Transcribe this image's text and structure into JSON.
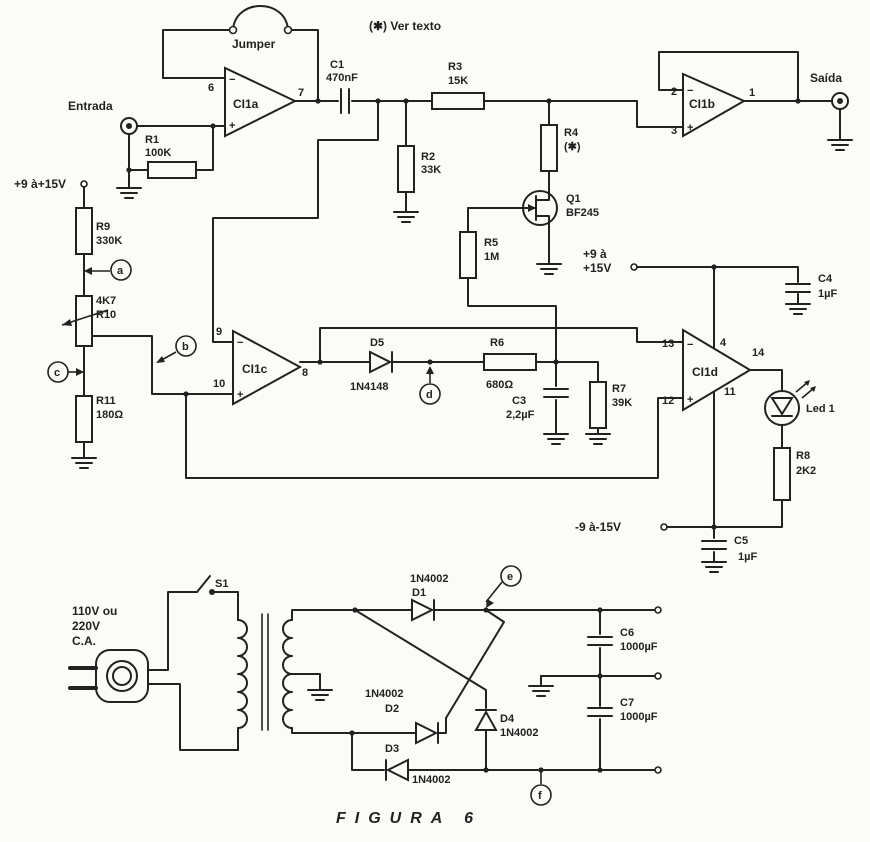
{
  "note": "(✱) Ver texto",
  "caption": "FIGURA 6",
  "labels": {
    "jumper": "Jumper",
    "entrada": "Entrada",
    "saida": "Saída",
    "supply_pos_top": "+9 à+15V",
    "supply_pos_a": "+9 à",
    "supply_pos_b": "+15V",
    "supply_neg": "-9 à-15V",
    "mains_a": "110V ou",
    "mains_b": "220V",
    "mains_c": "C.A."
  },
  "opamps": {
    "a": "CI1a",
    "b": "CI1b",
    "c": "CI1c",
    "d": "CI1d"
  },
  "pins": [
    "6",
    "7",
    "2",
    "1",
    "3",
    "9",
    "10",
    "8",
    "13",
    "12",
    "14",
    "4",
    "11"
  ],
  "pin_signs": {
    "minus": "−",
    "plus": "+"
  },
  "components": {
    "c1": {
      "name": "C1",
      "value": "470nF"
    },
    "r1": {
      "name": "R1",
      "value": "100K"
    },
    "r2": {
      "name": "R2",
      "value": "33K"
    },
    "r3": {
      "name": "R3",
      "value": "15K"
    },
    "r4": {
      "name": "R4",
      "value": "(✱)"
    },
    "q1": {
      "name": "Q1",
      "value": "BF245"
    },
    "r5": {
      "name": "R5",
      "value": "1M"
    },
    "r9": {
      "name": "R9",
      "value": "330K"
    },
    "r10": {
      "name": "R10",
      "value": "4K7"
    },
    "r11": {
      "name": "R11",
      "value": "180Ω"
    },
    "d5": {
      "name": "D5",
      "value": "1N4148"
    },
    "r6": {
      "name": "R6",
      "value": "680Ω"
    },
    "c3": {
      "name": "C3",
      "value": "2,2µF"
    },
    "r7": {
      "name": "R7",
      "value": "39K"
    },
    "c4": {
      "name": "C4",
      "value": "1µF"
    },
    "c5": {
      "name": "C5",
      "value": "1µF"
    },
    "led": {
      "name": "Led 1"
    },
    "r8": {
      "name": "R8",
      "value": "2K2"
    },
    "s1": {
      "name": "S1"
    },
    "d1": {
      "name": "D1",
      "value": "1N4002"
    },
    "d2": {
      "name": "D2",
      "value": "1N4002"
    },
    "d3": {
      "name": "D3",
      "value": "1N4002"
    },
    "d4": {
      "name": "D4",
      "value": "1N4002"
    },
    "c6": {
      "name": "C6",
      "value": "1000µF"
    },
    "c7": {
      "name": "C7",
      "value": "1000µF"
    }
  },
  "test_points": [
    "a",
    "b",
    "c",
    "d",
    "e",
    "f"
  ]
}
